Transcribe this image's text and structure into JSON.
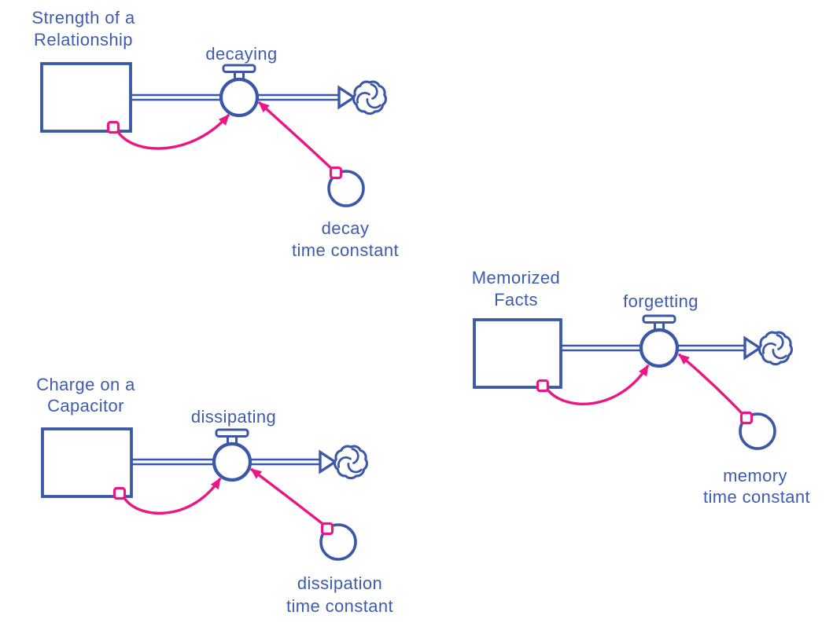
{
  "colors": {
    "element_blue": "#3A57A8",
    "label_blue": "#3D5CAD",
    "connector_pink": "#EC1583",
    "background": "#FFFFFF"
  },
  "diagrams": [
    {
      "id": "relationship",
      "stock_label_line1": "Strength of a",
      "stock_label_line2": "Relationship",
      "flow_label": "decaying",
      "constant_label_line1": "decay",
      "constant_label_line2": "time constant"
    },
    {
      "id": "capacitor",
      "stock_label_line1": "Charge on a",
      "stock_label_line2": "Capacitor",
      "flow_label": "dissipating",
      "constant_label_line1": "dissipation",
      "constant_label_line2": "time constant"
    },
    {
      "id": "memory",
      "stock_label_line1": "Memorized",
      "stock_label_line2": "Facts",
      "flow_label": "forgetting",
      "constant_label_line1": "memory",
      "constant_label_line2": "time constant"
    }
  ]
}
